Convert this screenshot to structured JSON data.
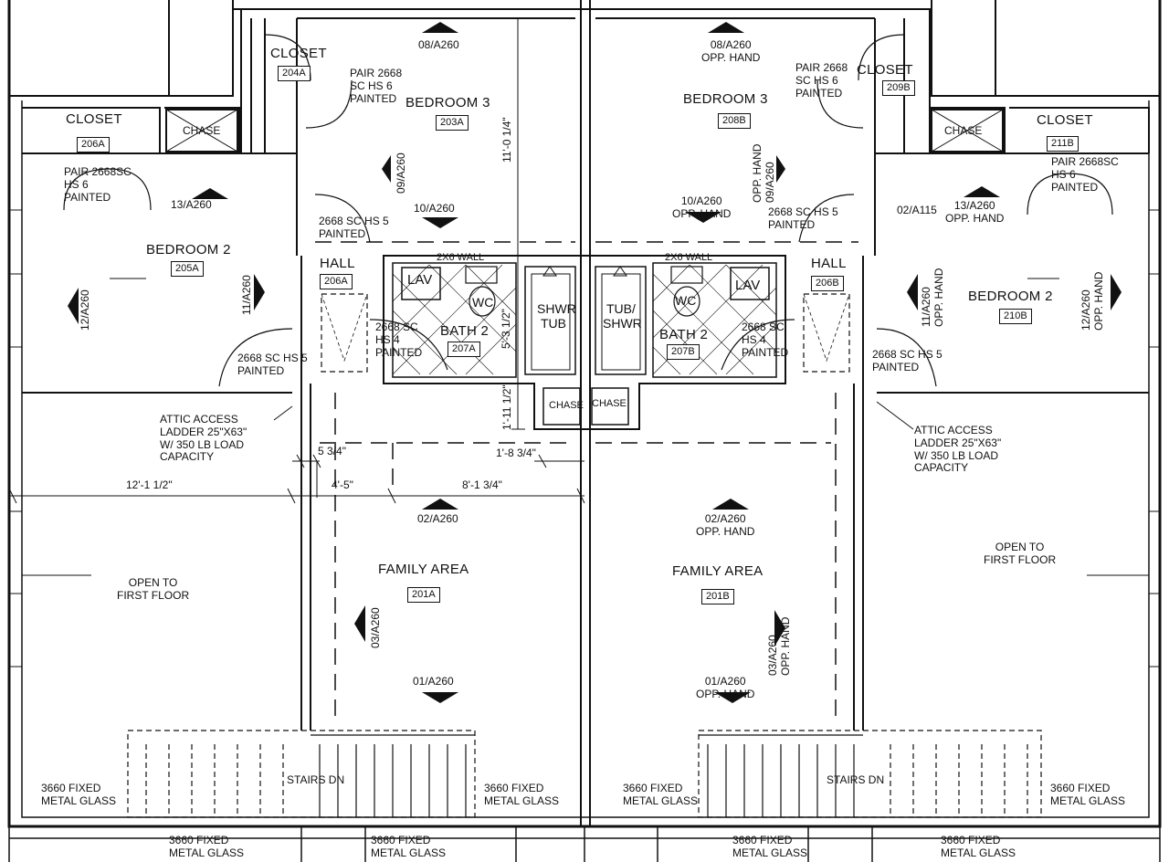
{
  "rooms": {
    "bedroom3_a": {
      "name": "BEDROOM 3",
      "tag": "203A"
    },
    "bedroom3_b": {
      "name": "BEDROOM 3",
      "tag": "208B"
    },
    "bedroom2_a": {
      "name": "BEDROOM 2",
      "tag": "205A"
    },
    "bedroom2_b": {
      "name": "BEDROOM 2",
      "tag": "210B"
    },
    "closet_204a": {
      "name": "CLOSET",
      "tag": "204A"
    },
    "closet_209b": {
      "name": "CLOSET",
      "tag": "209B"
    },
    "closet_206a": {
      "name": "CLOSET",
      "tag": "206A"
    },
    "closet_211b": {
      "name": "CLOSET",
      "tag": "211B"
    },
    "hall_a": {
      "name": "HALL",
      "tag": "206A"
    },
    "hall_b": {
      "name": "HALL",
      "tag": "206B"
    },
    "bath2_a": {
      "name": "BATH 2",
      "tag": "207A"
    },
    "bath2_b": {
      "name": "BATH 2",
      "tag": "207B"
    },
    "family_a": {
      "name": "FAMILY AREA",
      "tag": "201A"
    },
    "family_b": {
      "name": "FAMILY AREA",
      "tag": "201B"
    }
  },
  "fixtures": {
    "lav": "LAV",
    "wc": "WC",
    "shwr_tub": [
      "SHWR",
      "TUB"
    ],
    "tub_shwr": [
      "TUB/",
      "SHWR"
    ],
    "chase": "CHASE",
    "wall_2x6": "2X6 WALL"
  },
  "door_notes": {
    "pair_2668_painted": [
      "PAIR 2668",
      "SC HS 6",
      "PAINTED"
    ],
    "pair_2668_painted_b": [
      "PAIR 2668",
      "SC HS 6",
      "PAINTED"
    ],
    "pair_206a": [
      "PAIR 2668SC",
      "HS 6",
      "PAINTED"
    ],
    "pair_211b": [
      "PAIR 2668SC",
      "HS 6",
      "PAINTED"
    ],
    "sc_hs5_a": [
      "2668 SC HS 5",
      "PAINTED"
    ],
    "sc_hs5_b": [
      "2668 SC HS 5",
      "PAINTED"
    ],
    "sc_hs5_hall_a": [
      "2668 SC HS 5",
      "PAINTED"
    ],
    "sc_hs5_hall_b": [
      "2668 SC HS 5",
      "PAINTED"
    ],
    "bath_a": [
      "2668 SC",
      "HS 4",
      "PAINTED"
    ],
    "bath_b": [
      "2668 SC",
      "HS 4",
      "PAINTED"
    ]
  },
  "elevation_refs": {
    "r08_a": "08/A260",
    "r08_b": [
      "08/A260",
      "OPP. HAND"
    ],
    "r09_a": "09/A260",
    "r09_b": [
      "OPP. HAND",
      "09/A260"
    ],
    "r10_a": "10/A260",
    "r10_b": [
      "10/A260",
      "OPP. HAND"
    ],
    "r13_a": "13/A260",
    "r13_b": [
      "13/A260",
      "OPP. HAND"
    ],
    "r02_a115": "02/A115",
    "r11_a": "11/A260",
    "r11_b": [
      "11/A260",
      "OPP. HAND"
    ],
    "r12_a": "12/A260",
    "r12_b": [
      "12/A260",
      "OPP. HAND"
    ],
    "r02_a": "02/A260",
    "r02_b": [
      "02/A260",
      "OPP. HAND"
    ],
    "r03_a": "03/A260",
    "r03_b": [
      "03/A260",
      "OPP. HAND"
    ],
    "r01_a": "01/A260",
    "r01_b": [
      "01/A260",
      "OPP. HAND"
    ]
  },
  "notes": {
    "attic_a": [
      "ATTIC ACCESS",
      "LADDER 25\"X63\"",
      "W/ 350 LB LOAD",
      "CAPACITY"
    ],
    "attic_b": [
      "ATTIC ACCESS",
      "LADDER 25\"X63\"",
      "W/ 350 LB LOAD",
      "CAPACITY"
    ],
    "open_a": [
      "OPEN TO",
      "FIRST FLOOR"
    ],
    "open_b": [
      "OPEN TO",
      "FIRST FLOOR"
    ],
    "stairs_a": "STAIRS DN",
    "stairs_b": "STAIRS DN",
    "glass": [
      "3660 FIXED",
      "METAL GLASS"
    ]
  },
  "dimensions": {
    "d1": "11'-0 1/4\"",
    "d2": "5'-3 1/2\"",
    "d3": "1'-11 1/2\"",
    "d4": "1'-8 3/4\"",
    "d5": "5 3/4\"",
    "d6": "12'-1 1/2\"",
    "d7": "4'-5\"",
    "d8": "8'-1 3/4\""
  }
}
